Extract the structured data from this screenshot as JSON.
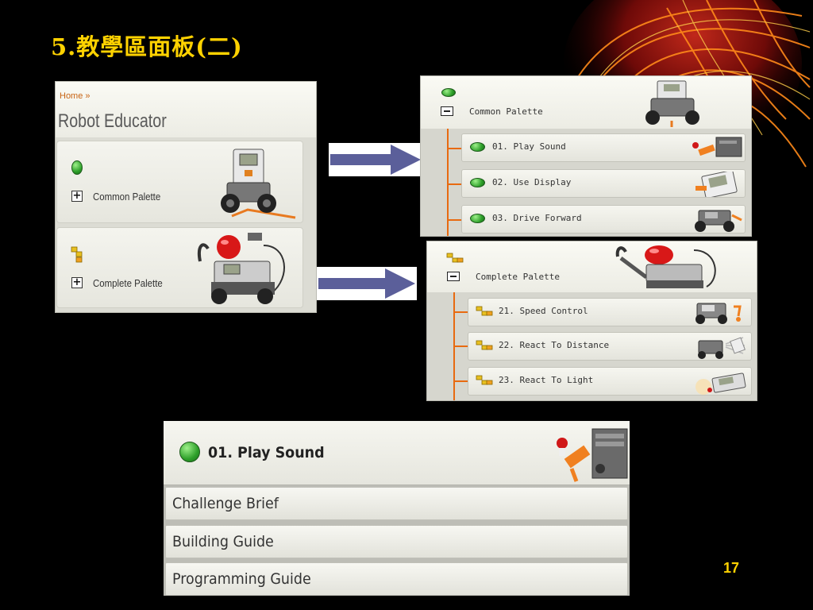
{
  "slide": {
    "title": "5.教學區面板(二)",
    "page_number": "17"
  },
  "main_panel": {
    "breadcrumb": "Home »",
    "title": "Robot Educator",
    "cards": [
      {
        "label": "Common Palette",
        "icon": "green-dot-icon",
        "toggle": "+"
      },
      {
        "label": "Complete Palette",
        "icon": "yellow-blocks-icon",
        "toggle": "+"
      }
    ]
  },
  "common_palette_expanded": {
    "label": "Common Palette",
    "items": [
      {
        "label": "01. Play Sound"
      },
      {
        "label": "02. Use Display"
      },
      {
        "label": "03. Drive Forward"
      }
    ]
  },
  "complete_palette_expanded": {
    "label": "Complete Palette",
    "items": [
      {
        "label": "21. Speed Control"
      },
      {
        "label": "22. React To Distance"
      },
      {
        "label": "23. React To Light"
      }
    ]
  },
  "detail_panel": {
    "title": "01. Play Sound",
    "rows": [
      {
        "label": "Challenge Brief"
      },
      {
        "label": "Building Guide"
      },
      {
        "label": "Programming Guide"
      }
    ]
  },
  "colors": {
    "background": "#000000",
    "title": "#ffd200",
    "tree_line": "#e86a10",
    "arrow": "#5b5f9a",
    "green_dot": "#2ea02a"
  }
}
